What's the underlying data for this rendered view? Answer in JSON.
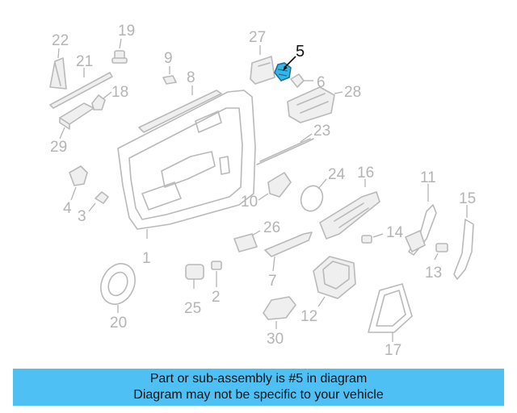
{
  "diagram": {
    "highlighted_callout": "5",
    "highlight_color": "#35b6e9",
    "part_color": "#b9b9b9",
    "callouts": [
      "1",
      "2",
      "3",
      "4",
      "5",
      "6",
      "7",
      "8",
      "9",
      "10",
      "11",
      "12",
      "13",
      "14",
      "15",
      "16",
      "17",
      "18",
      "19",
      "20",
      "21",
      "22",
      "23",
      "24",
      "25",
      "26",
      "27",
      "28",
      "29",
      "30"
    ]
  },
  "banner": {
    "line1": "Part or sub-assembly is #5 in diagram",
    "line2": "Diagram may not be specific to your vehicle",
    "background": "#4fc0f4"
  }
}
